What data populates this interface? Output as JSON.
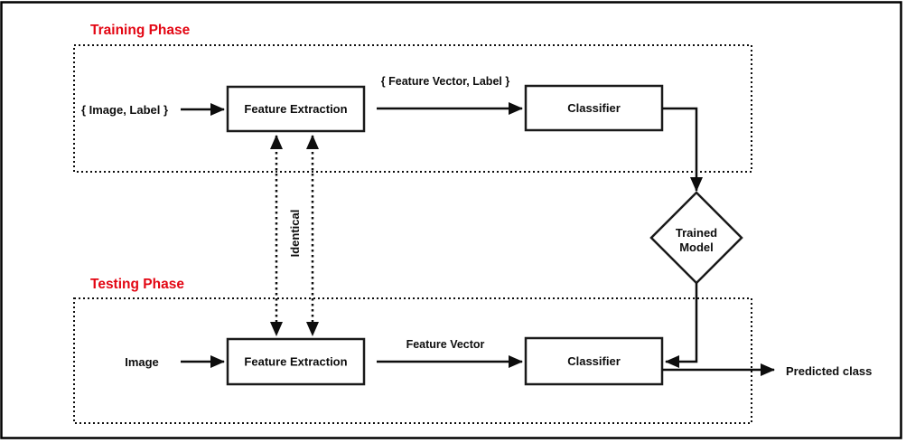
{
  "diagram": {
    "colors": {
      "accent_red": "#e30613",
      "line_black": "#0d0d0d",
      "background": "#ffffff"
    },
    "training": {
      "title": "Training Phase",
      "input_label": "{ Image, Label }",
      "feature_extraction_label": "Feature Extraction",
      "edge_label": "{ Feature Vector, Label }",
      "classifier_label": "Classifier"
    },
    "testing": {
      "title": "Testing Phase",
      "input_label": "Image",
      "feature_extraction_label": "Feature Extraction",
      "edge_label": "Feature Vector",
      "classifier_label": "Classifier",
      "output_label": "Predicted class"
    },
    "shared": {
      "identical_label": "Identical",
      "trained_model_line1": "Trained",
      "trained_model_line2": "Model"
    }
  }
}
